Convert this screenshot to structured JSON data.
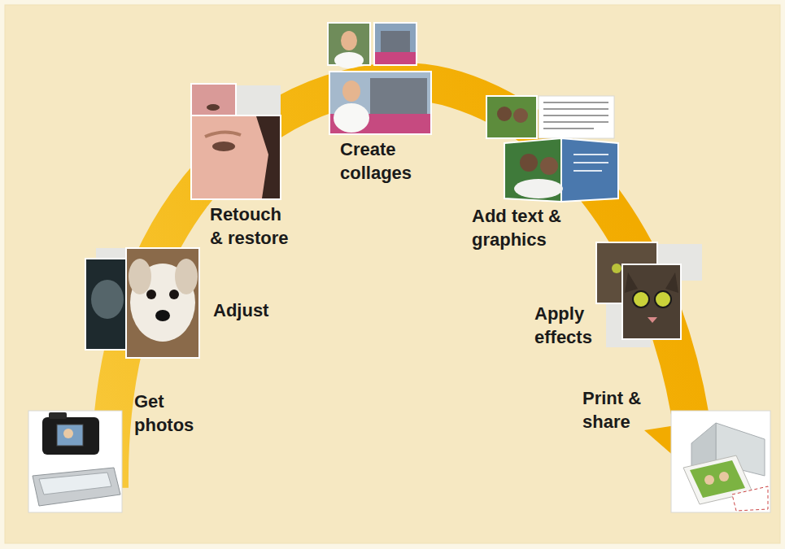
{
  "diagram": {
    "labels": [
      "Get photos",
      "Adjust",
      "Retouch & restore",
      "Create collages",
      "Add text & graphics",
      "Apply effects",
      "Print & share"
    ]
  }
}
